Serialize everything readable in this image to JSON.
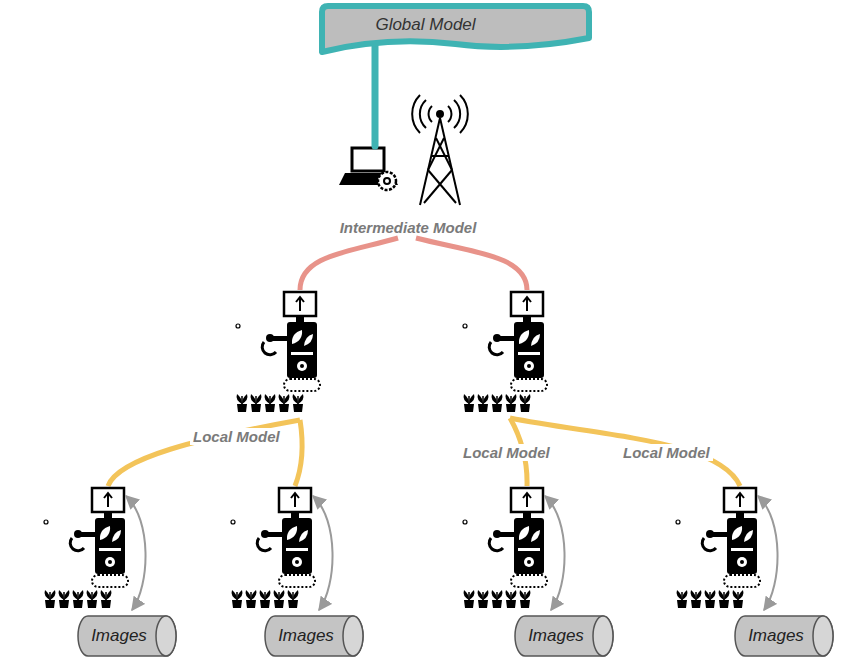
{
  "diagram": {
    "nodes": [
      {
        "text": [
          "Global Model"
        ]
      },
      {
        "text": [
          "Intermediate Model"
        ]
      },
      {
        "text": [
          "Images"
        ]
      },
      {
        "text": [
          "Images"
        ]
      },
      {
        "text": [
          "Images"
        ]
      },
      {
        "text": [
          "Images"
        ]
      }
    ],
    "edges": [
      {
        "from": 0,
        "to": 1,
        "arrow": "none"
      }
    ],
    "labels": [
      "Local Model",
      "Local Model",
      "Local Model"
    ]
  }
}
